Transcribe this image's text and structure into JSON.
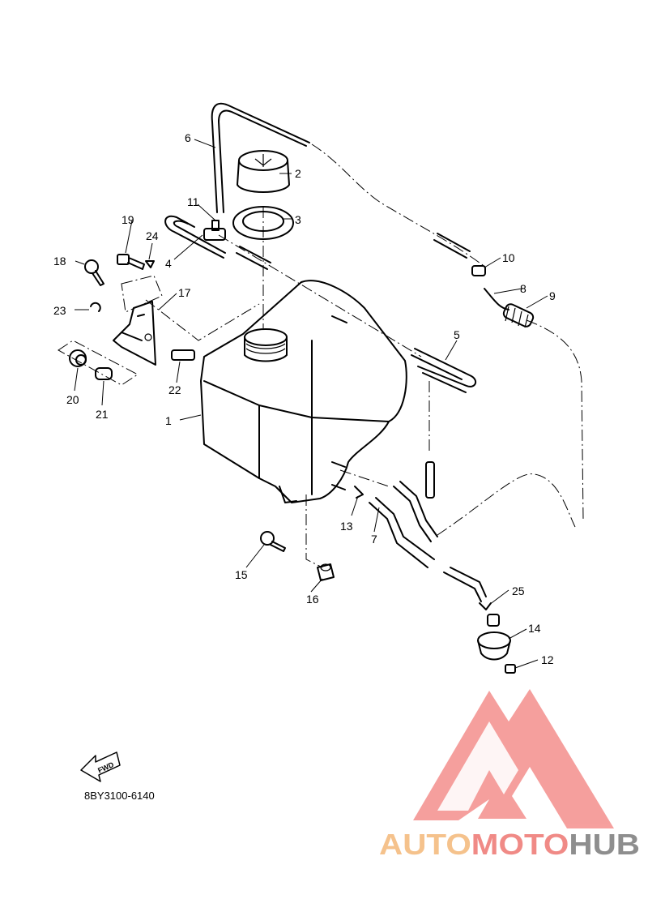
{
  "diagram": {
    "code": "8BY3100-6140",
    "fwd_label": "FWD",
    "callouts": [
      "1",
      "2",
      "3",
      "4",
      "5",
      "6",
      "7",
      "8",
      "9",
      "10",
      "11",
      "12",
      "13",
      "14",
      "15",
      "16",
      "17",
      "18",
      "19",
      "20",
      "21",
      "22",
      "23",
      "24",
      "25"
    ]
  },
  "watermark": {
    "part1": "AUTO",
    "part2": "MOTO",
    "part3": "HUB",
    "colors": {
      "auto": "#f5c28c",
      "moto": "#f08a86",
      "hub": "#8e8e8e",
      "logo": "#f48f8d"
    }
  }
}
